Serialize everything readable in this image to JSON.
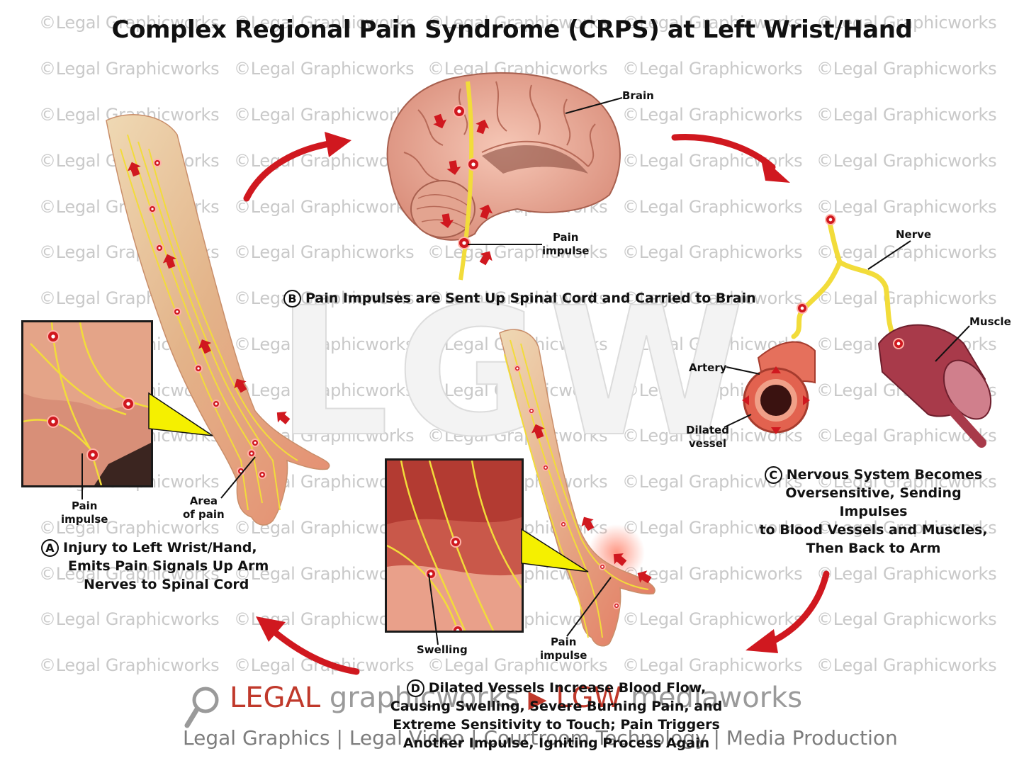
{
  "title": "Complex Regional Pain Syndrome (CRPS) at Left Wrist/Hand",
  "watermark": {
    "text": "©Legal Graphicworks",
    "big_text": "LGW"
  },
  "panels": {
    "a": {
      "marker": "A",
      "lines": [
        "Injury to Left Wrist/Hand,",
        "Emits Pain Signals Up Arm",
        "Nerves to Spinal Cord"
      ]
    },
    "b": {
      "marker": "B",
      "text": "Pain Impulses are Sent Up Spinal Cord and Carried to Brain"
    },
    "c": {
      "marker": "C",
      "lines": [
        "Nervous System Becomes",
        "Oversensitive, Sending Impulses",
        "to Blood Vessels and Muscles,",
        "Then Back to Arm"
      ]
    },
    "d": {
      "marker": "D",
      "lines": [
        "Dilated Vessels Increase Blood Flow,",
        "Causing Swelling, Severe Burning Pain, and",
        "Extreme Sensitivity to Touch; Pain Triggers",
        "Another Impulse, Igniting Process Again"
      ]
    }
  },
  "labels": {
    "brain": "Brain",
    "brain_pain_impulse": [
      "Pain",
      "impulse"
    ],
    "nerve": "Nerve",
    "muscle": "Muscle",
    "artery": "Artery",
    "dilated_vessel": [
      "Dilated",
      "vessel"
    ],
    "inset_a_pain_impulse": [
      "Pain",
      "impulse"
    ],
    "area_of_pain": [
      "Area",
      "of pain"
    ],
    "swelling": "Swelling",
    "arm_d_pain_impulse": [
      "Pain",
      "impulse"
    ]
  },
  "footer": {
    "brand_legal": "LEGAL",
    "brand_graphicworks": "graphicworks",
    "brand_lgw": "LGW",
    "brand_mediaworks": "mediaworks",
    "tagline": "Legal Graphics | Legal Video | Courtroom Technology | Media Production"
  },
  "colors": {
    "arrow": "#d0181f",
    "nerve": "#f2dc3a",
    "tissue": "#e07a66",
    "text": "#111111",
    "watermark": "#c9c9c9"
  }
}
